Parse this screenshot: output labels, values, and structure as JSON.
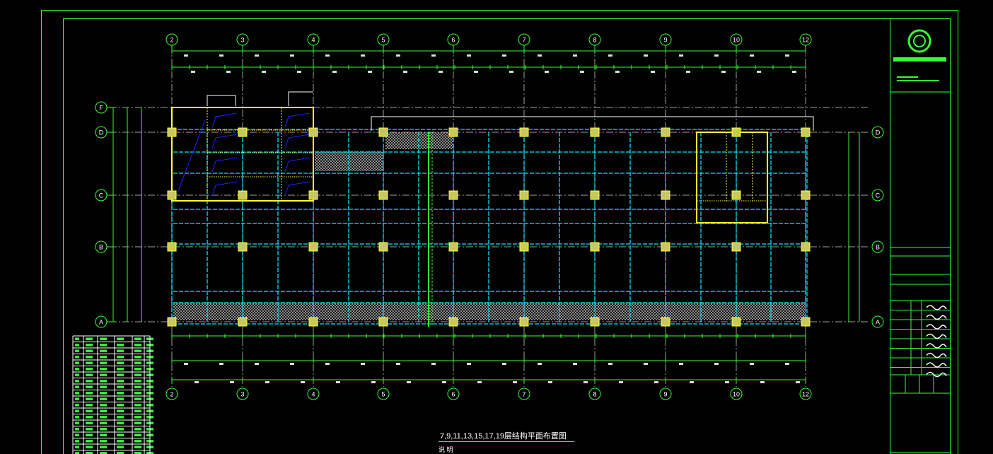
{
  "drawing": {
    "title": "7,9,11,13,15,17,19层结构平面布置图",
    "notes_heading": "说 明",
    "column_axes": [
      "2",
      "3",
      "4",
      "5",
      "6",
      "7",
      "8",
      "9",
      "10",
      "12"
    ],
    "row_axes": [
      "F",
      "D",
      "C",
      "B",
      "A"
    ],
    "colors": {
      "frame": "#33ff33",
      "axis_line": "#a0a0a0",
      "beam": "#00e5ff",
      "column": "#ffff33",
      "slab_rebar": "#2020ff",
      "text": "#ffffff"
    }
  }
}
